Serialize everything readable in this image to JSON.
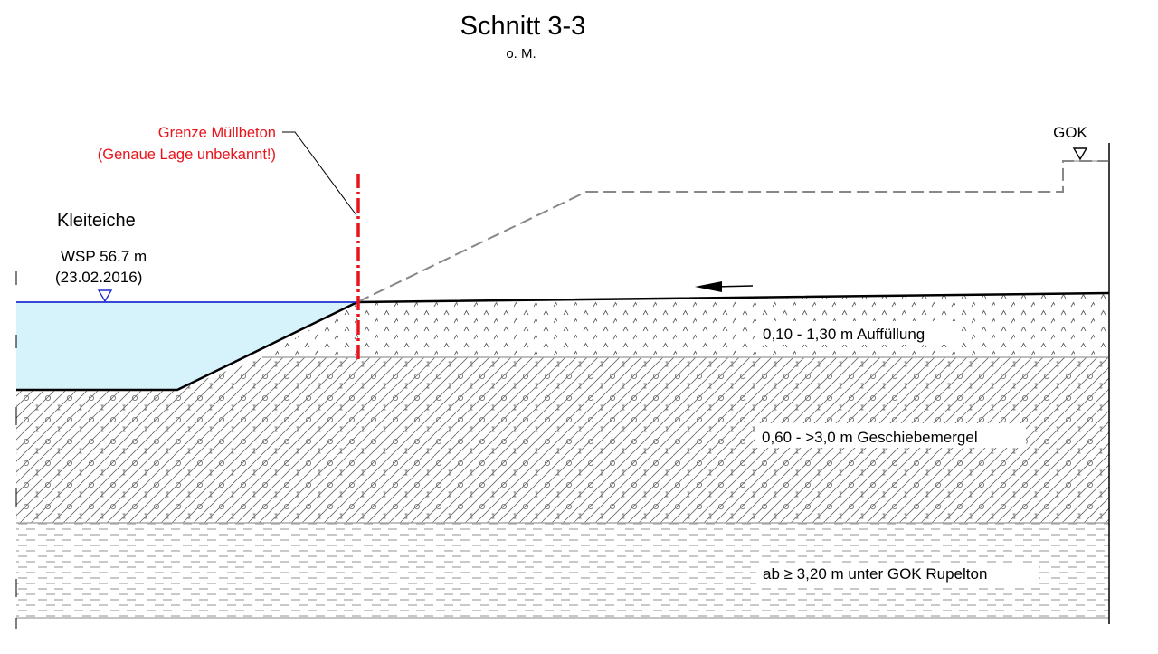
{
  "title": "Schnitt 3-3",
  "subtitle": "o. M.",
  "boundary": {
    "line1": "Grenze Müllbeton",
    "line2": "(Genaue Lage unbekannt!)",
    "color": "#e8141b"
  },
  "pond": {
    "name": "Kleiteiche",
    "water_level": "WSP 56.7 m",
    "date": "(23.02.2016)",
    "water_fill": "#d6f2fb",
    "water_line": "#1f2fd0"
  },
  "gok_label": "GOK",
  "layers": [
    {
      "label": "0,10 - 1,30 m Auffüllung",
      "pattern": "fill-carets"
    },
    {
      "label": "0,60 - >3,0 m Geschiebemergel",
      "pattern": "till-hatch"
    },
    {
      "label": "ab ≥ 3,20 m unter GOK Rupelton",
      "pattern": "clay-dashes"
    }
  ]
}
